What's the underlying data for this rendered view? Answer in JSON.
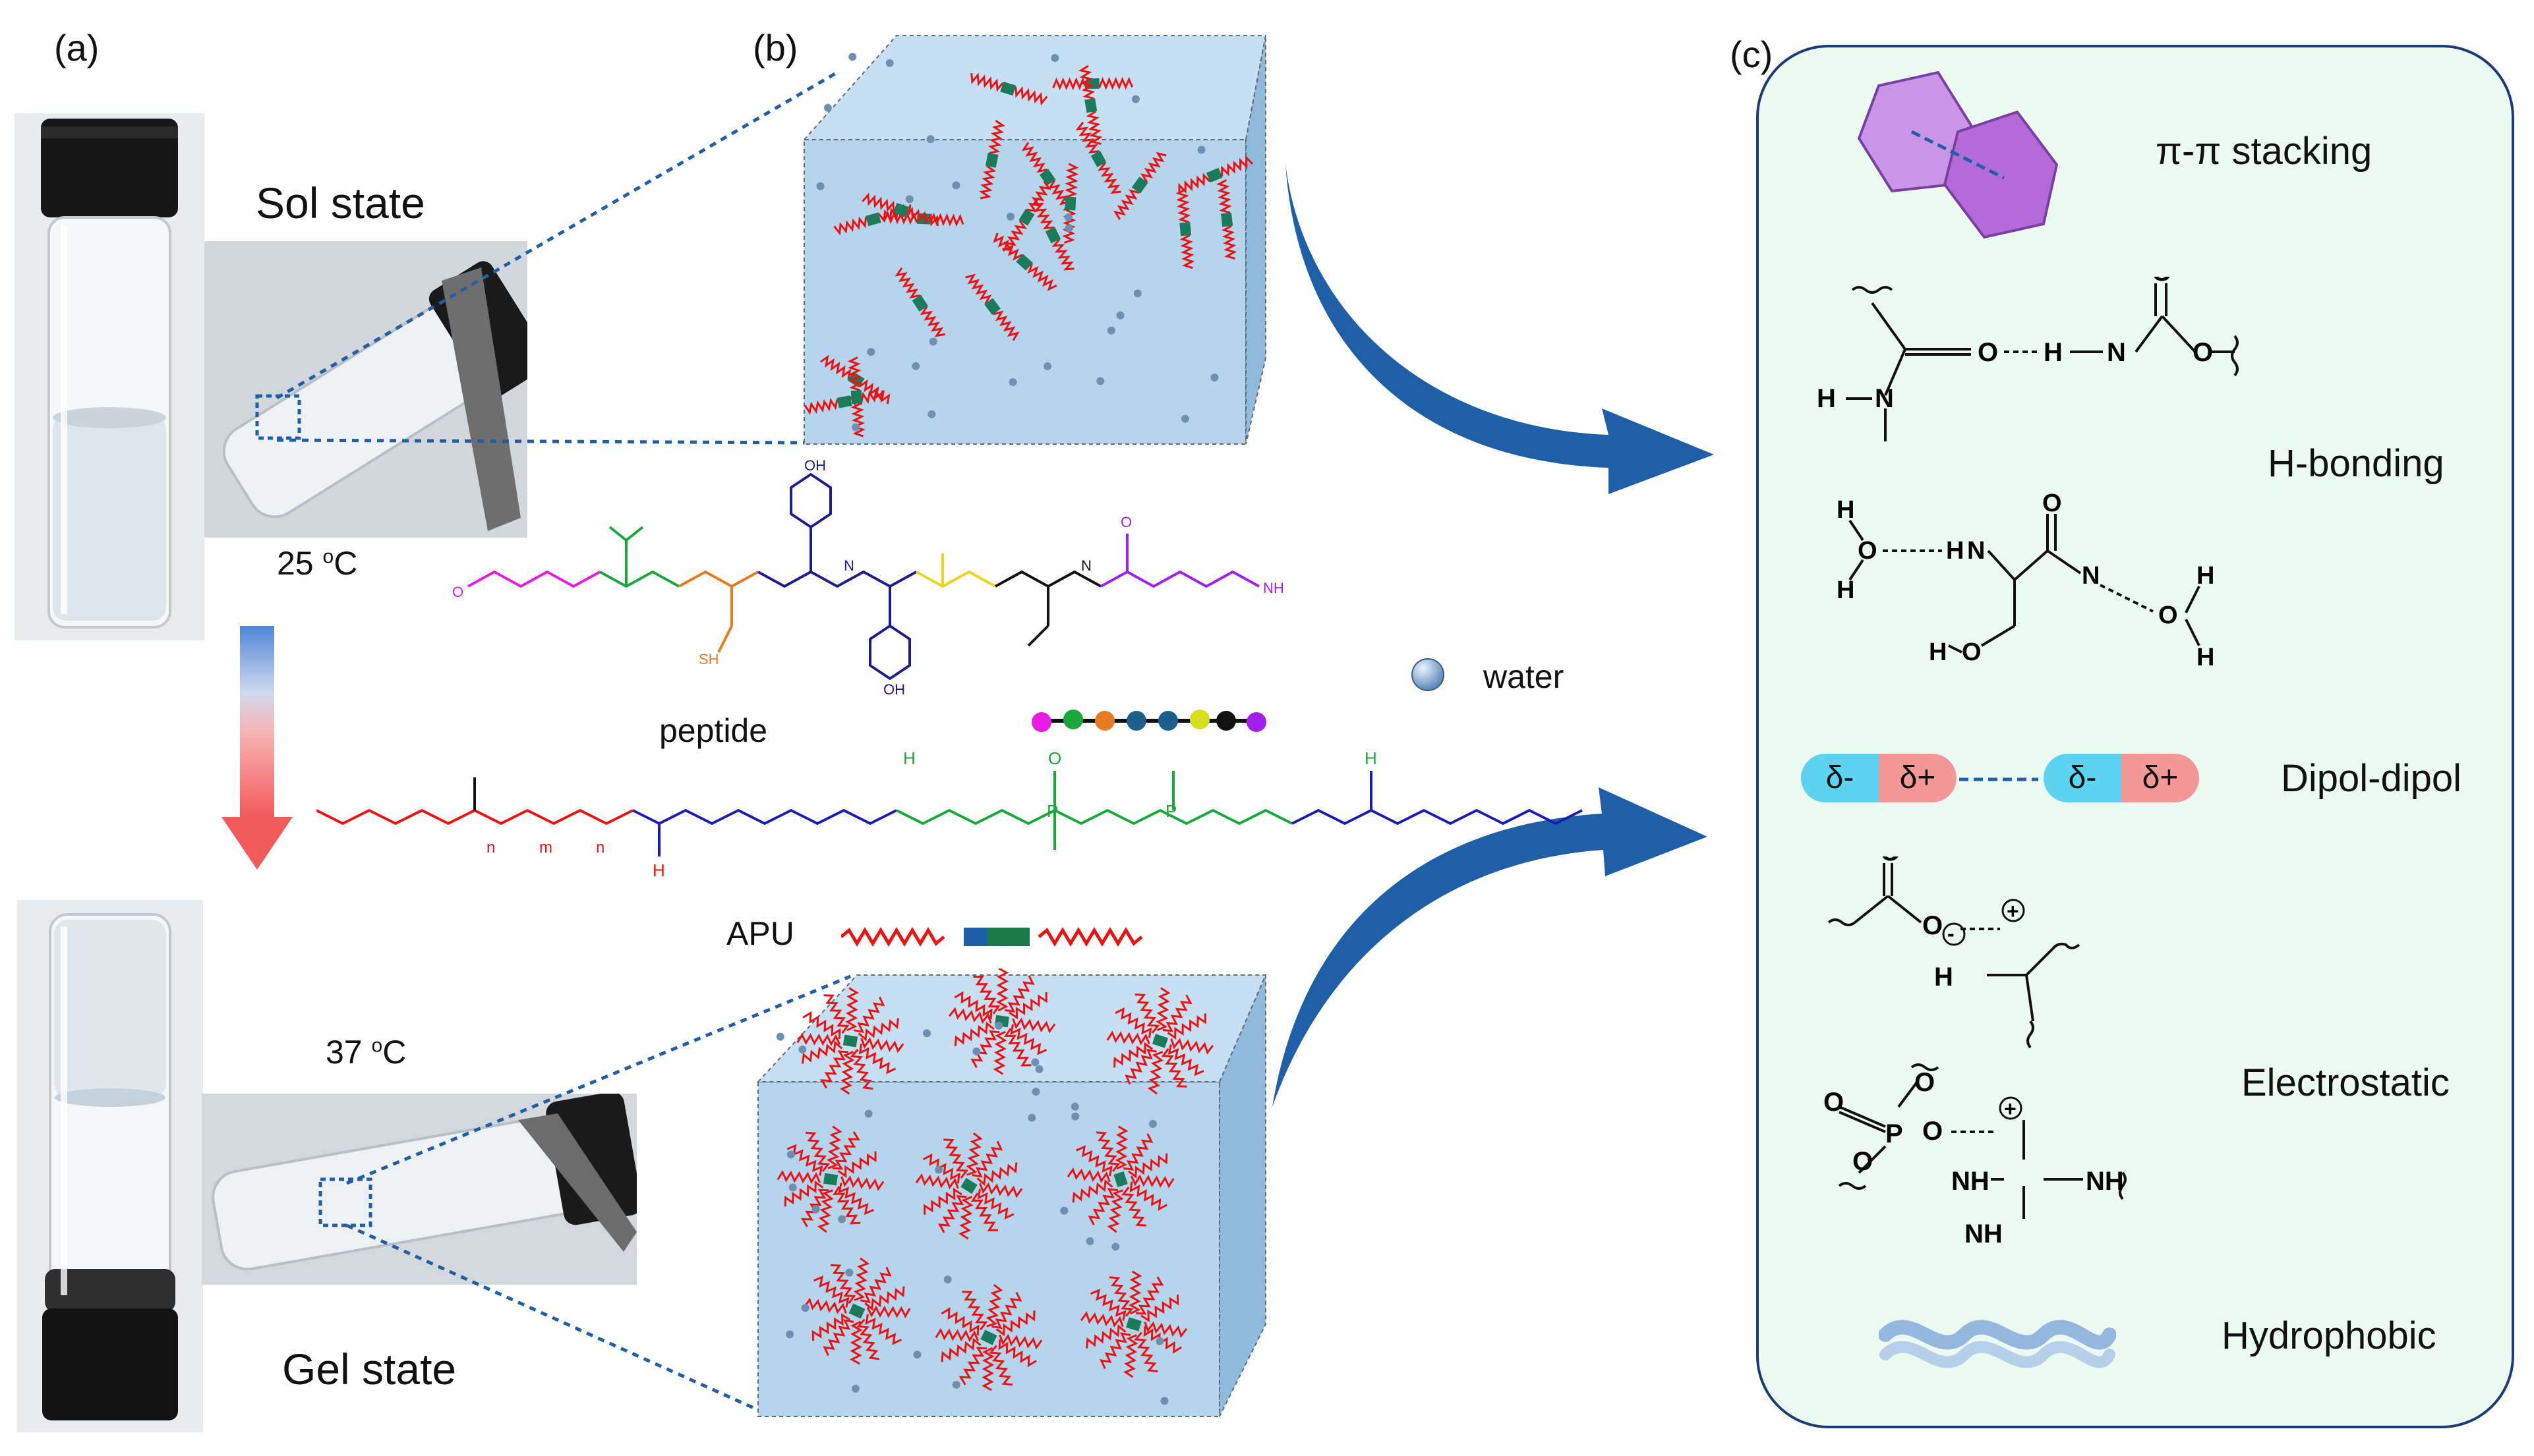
{
  "panels": {
    "a": {
      "letter": "(a)",
      "sol_label": "Sol state",
      "gel_label": "Gel state",
      "temp_low": "25 ",
      "temp_high": "37 ",
      "temp_unit_sup": "o",
      "temp_unit": "C"
    },
    "b": {
      "letter": "(b)",
      "peptide_label": "peptide",
      "apu_label": "APU",
      "water_label": "water"
    },
    "c": {
      "letter": "(c)"
    }
  },
  "interactions": [
    {
      "label": "π-π stacking"
    },
    {
      "label": "H-bonding"
    },
    {
      "label": "Dipol-dipol"
    },
    {
      "label": "Electrostatic"
    },
    {
      "label": "Hydrophobic"
    }
  ],
  "dipole": {
    "neg": "δ-",
    "pos": "δ+"
  },
  "chem": {
    "o": "O",
    "h": "H",
    "n": "N",
    "nh": "NH",
    "nh2": "NH",
    "h3n": "H",
    "p": "P",
    "s": "SH",
    "oh": "OH",
    "n_sub": "n",
    "m_sub": "m",
    "plus": "+",
    "minus": "-"
  },
  "colors": {
    "panel_c_bg": "#ecfbf1",
    "panel_c_border": "#1a3a78",
    "cube_front": "#b6d6ee",
    "cube_side": "#8fbadb",
    "chain_red": "#ee1111",
    "arrow_blue": "#1f5fa8",
    "dipole_neg": "#5dd3f2",
    "dipole_pos": "#f49797",
    "hexagon": "#c78ee3"
  }
}
